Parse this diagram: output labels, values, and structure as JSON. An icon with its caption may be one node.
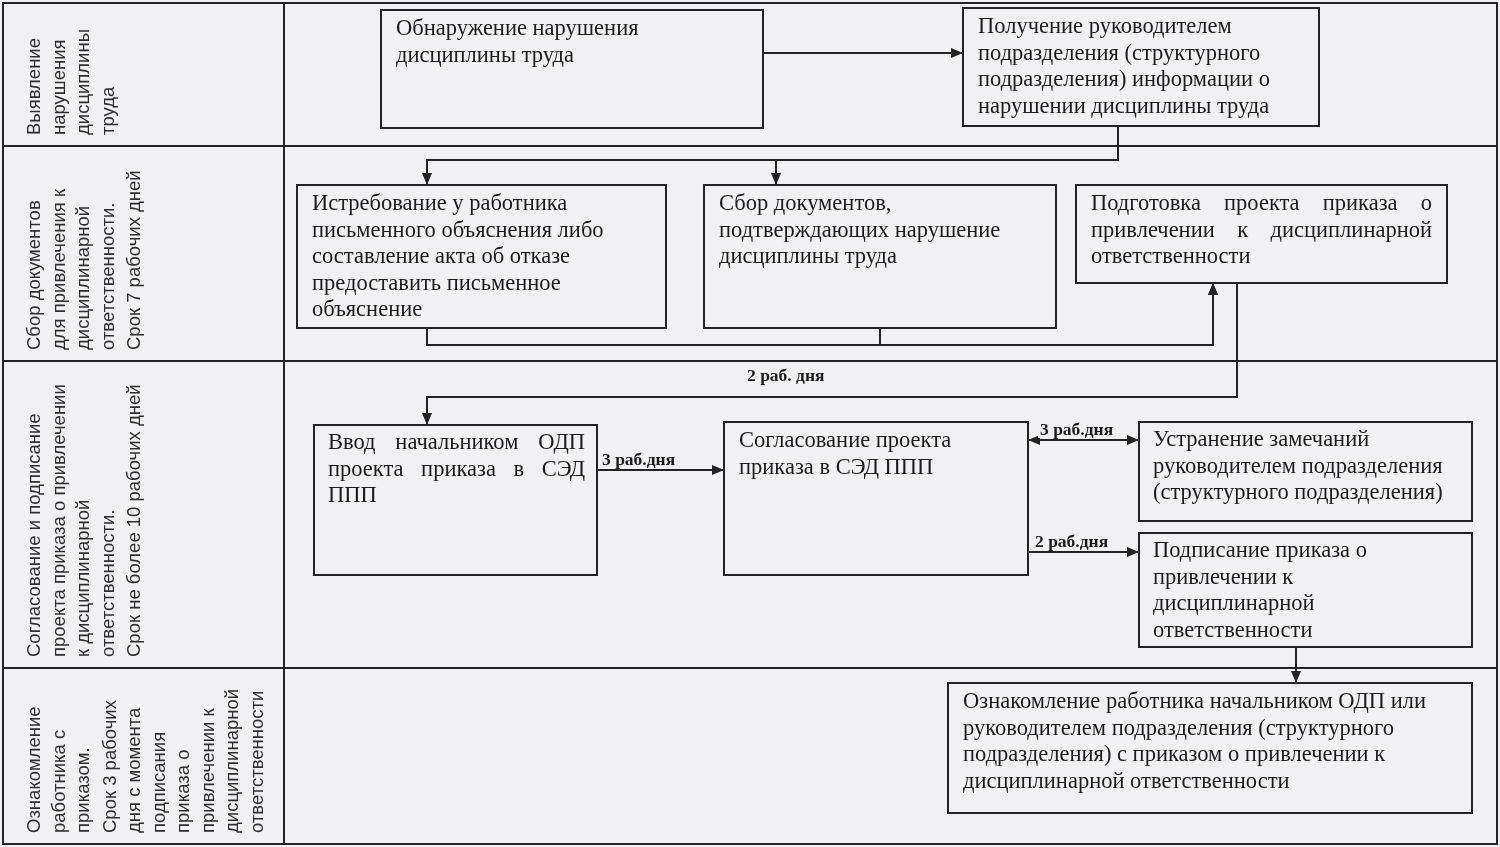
{
  "diagram": {
    "nodes": [
      {
        "text": [
          "Выявление нарушения дисциплины труда"
        ]
      },
      {
        "text": [
          "Обнаружение нарушения дисциплины труда"
        ],
        "in": 0
      },
      {
        "text": [
          "Получение руководителем подразделения (структурного подразделения) информации о нарушении дисциплины труда"
        ],
        "in": 0
      },
      {
        "text": [
          "Сбор документов для привлечения к дисциплинарной ответственности.",
          "Срок 7 рабочих дней"
        ]
      },
      {
        "text": [
          "Истребование у работника письменного объяснения либо составление акта об отказе предоставить письменное объяснение"
        ],
        "in": 3
      },
      {
        "text": [
          "Сбор документов, подтверждающих нарушение дисциплины труда"
        ],
        "in": 3
      },
      {
        "text": [
          "Подготовка проекта приказа о привлечении к дисциплинарной ответственности"
        ],
        "in": 3
      },
      {
        "text": [
          "Согласование и подписание проекта приказа о привлечении к дисциплинарной ответственности.",
          "Срок не более 10 рабочих дней"
        ]
      },
      {
        "text": [
          "Ввод начальником ОДП проекта приказа в СЭД ППП"
        ],
        "in": 7
      },
      {
        "text": [
          "Согласование проекта приказа в СЭД ППП"
        ],
        "in": 7
      },
      {
        "text": [
          "Устранение замечаний руководителем подразделения (структурного подразделения)"
        ],
        "in": 7
      },
      {
        "text": [
          "Подписание приказа о привлечении к дисциплинарной ответственности"
        ],
        "in": 7
      },
      {
        "text": [
          "Ознакомление работника с приказом.",
          "Срок 3 рабочих дня с момента подписания приказа о привлечении к дисциплинарной ответственности"
        ]
      },
      {
        "text": [
          "Ознакомление работника начальником ОДП или руководителем подразделения (структурного подразделения) с приказом о привлечении к дисциплинарной ответственности"
        ],
        "in": 12
      }
    ],
    "edges": [
      {
        "from": 1,
        "to": 2,
        "arrow": "to"
      },
      {
        "from": 2,
        "to": 4,
        "arrow": "to"
      },
      {
        "from": 2,
        "to": 5,
        "arrow": "to"
      },
      {
        "from": 4,
        "to": 6,
        "arrow": "to"
      },
      {
        "from": 5,
        "to": 6,
        "arrow": "to"
      },
      {
        "from": 6,
        "to": 8,
        "arrow": "to",
        "label": "2 раб. дня"
      },
      {
        "from": 8,
        "to": 9,
        "arrow": "to",
        "label": "3 раб.дня"
      },
      {
        "from": 9,
        "to": 10,
        "arrow": "both",
        "label": "3 раб.дня"
      },
      {
        "from": 9,
        "to": 11,
        "arrow": "to",
        "label": "2 раб.дня"
      },
      {
        "from": 11,
        "to": 13,
        "arrow": "to"
      }
    ]
  }
}
